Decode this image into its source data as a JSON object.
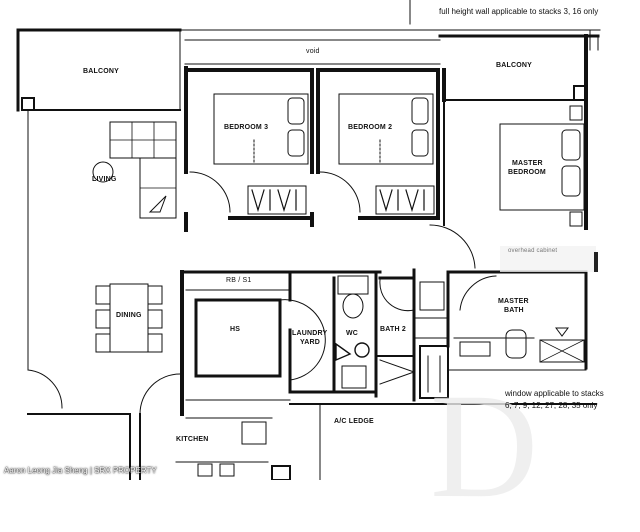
{
  "notes": {
    "full_height_wall": "full height wall applicable to stacks 3, 16 only",
    "window_line1": "window applicable to stacks",
    "window_line2": "6, 7, 9, 12, 27, 28, 35 only"
  },
  "rooms": {
    "balcony_left": "BALCONY",
    "void": "void",
    "balcony_right": "BALCONY",
    "bedroom3": "BEDROOM 3",
    "bedroom2": "BEDROOM 2",
    "master_bedroom_line1": "MASTER",
    "master_bedroom_line2": "BEDROOM",
    "living": "LIVING",
    "dining": "DINING",
    "rb_s1": "RB / S1",
    "hs": "HS",
    "laundry_line1": "LAUNDRY",
    "laundry_line2": "YARD",
    "wc": "WC",
    "bath2": "BATH 2",
    "master_bath_line1": "MASTER",
    "master_bath_line2": "BATH",
    "ac_ledge": "A/C LEDGE",
    "kitchen": "KITCHEN",
    "wardrobe_note": "overhead cabinet"
  },
  "watermark": "Aaron Leong Jia Sheng | SRX PROPERTY"
}
